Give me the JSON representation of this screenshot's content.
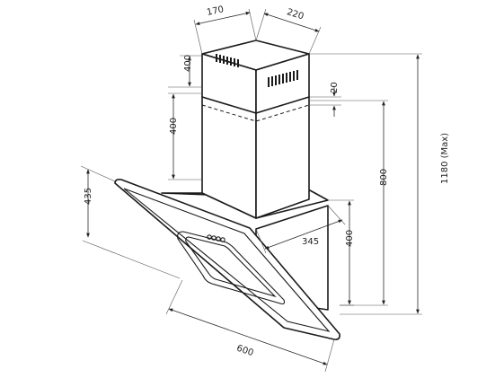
{
  "dimensions": {
    "top_width": "170",
    "top_depth": "220",
    "chimney_upper": "400",
    "overlap": "20",
    "chimney_lower": "400",
    "total_height": "1180 (Max)",
    "chimney_total": "800",
    "glass_height": "435",
    "depth": "345",
    "body_height": "400",
    "width": "600"
  },
  "control_buttons": 4
}
